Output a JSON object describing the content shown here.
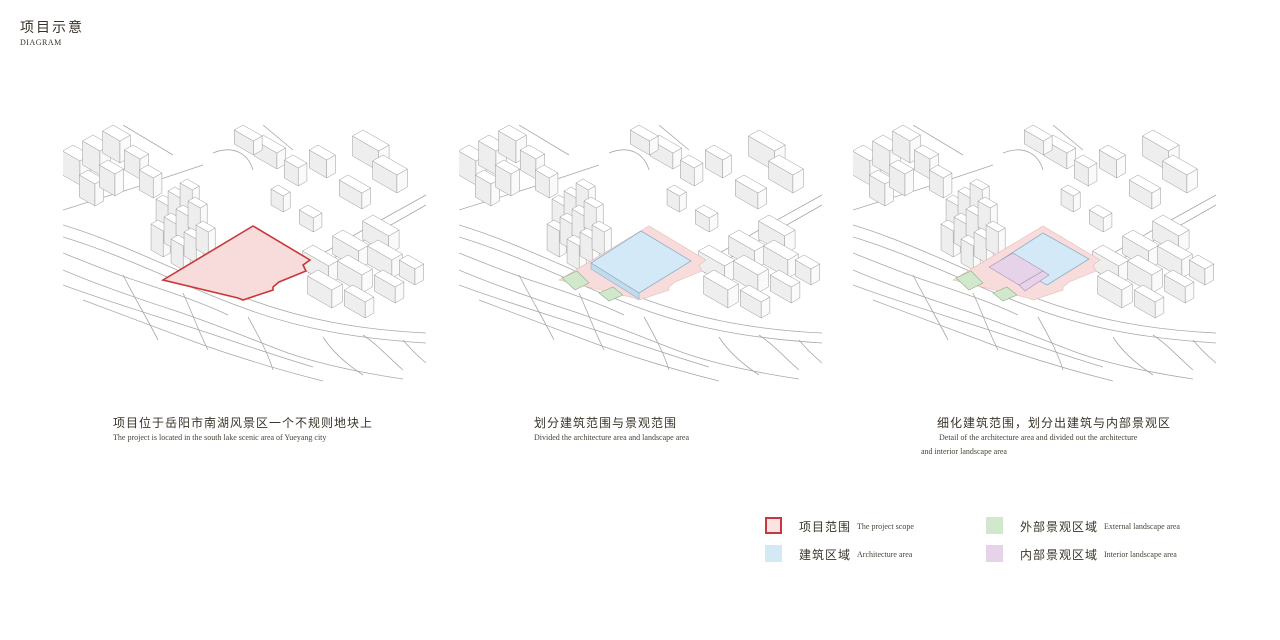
{
  "header": {
    "title_cn": "项目示意",
    "title_en": "DIAGRAM"
  },
  "captions": [
    {
      "cn": "项目位于岳阳市南湖风景区一个不规则地块上",
      "en": "The project is located in the south lake scenic area of Yueyang city"
    },
    {
      "cn": "划分建筑范围与景观范围",
      "en": "Divided the architecture area and landscape area"
    },
    {
      "cn": "细化建筑范围，划分出建筑与内部景观区",
      "en_line1": "Detail of the architecture area and divided out the architecture",
      "en_line2": "and interior landscape area"
    }
  ],
  "legend": [
    {
      "cn": "项目范围",
      "en": "The project scope",
      "color": "#c8373a",
      "fill": "#fbe3e3"
    },
    {
      "cn": "建筑区域",
      "en": "Architecture area",
      "color": "#d4e9f7"
    },
    {
      "cn": "外部景观区域",
      "en": "External landscape area",
      "color": "#d2e8cc"
    },
    {
      "cn": "内部景观区域",
      "en": "Interior landscape area",
      "color": "#e6d3ea"
    }
  ],
  "colors": {
    "scope_stroke": "#c8373a",
    "scope_fill": "#f8dcdc",
    "architecture": "#d4e9f7",
    "external_landscape": "#d2e8cc",
    "interior_landscape": "#e6d3ea",
    "building_face": "#f4f4f4",
    "line": "#a8a8a8"
  }
}
